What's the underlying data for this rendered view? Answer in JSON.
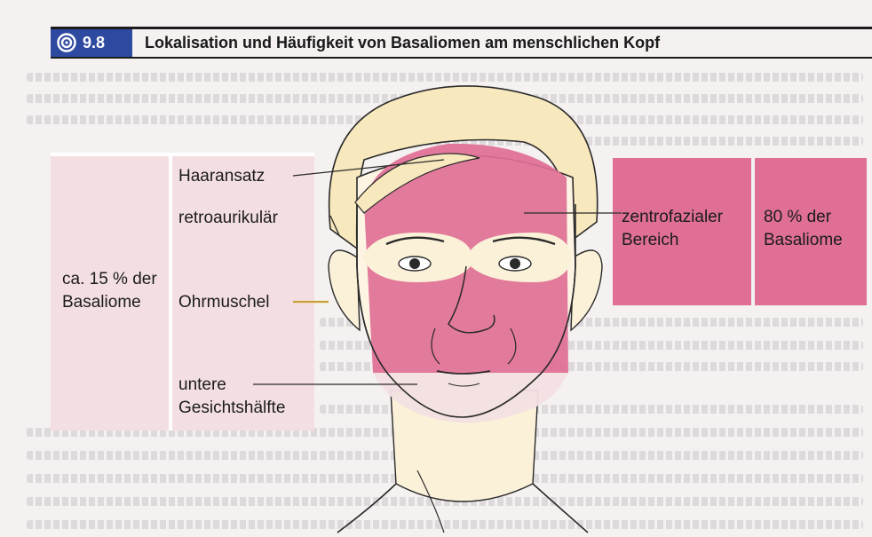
{
  "figure": {
    "number": "9.8",
    "title": "Lokalisation und Häufigkeit von Basaliomen am menschlichen Kopf",
    "icon": "target-icon"
  },
  "left_box": {
    "percent_text": "ca. 15 % der\nBasaliome",
    "labels": {
      "hairline": "Haaransatz",
      "retroauricular": "retroaurikulär",
      "auricle": "Ohrmuschel",
      "lower_face": "untere\nGesichtshälfte"
    }
  },
  "right_box": {
    "region": "zentrofazialer\nBereich",
    "percent_text": "80 % der\nBasaliome"
  },
  "colors": {
    "accent_blue": "#2e49a0",
    "high_risk_pink": "#df6f95",
    "low_risk_pink": "#f3dfe2",
    "skin": "#fdf4e4",
    "hair": "#f6e7b9"
  }
}
